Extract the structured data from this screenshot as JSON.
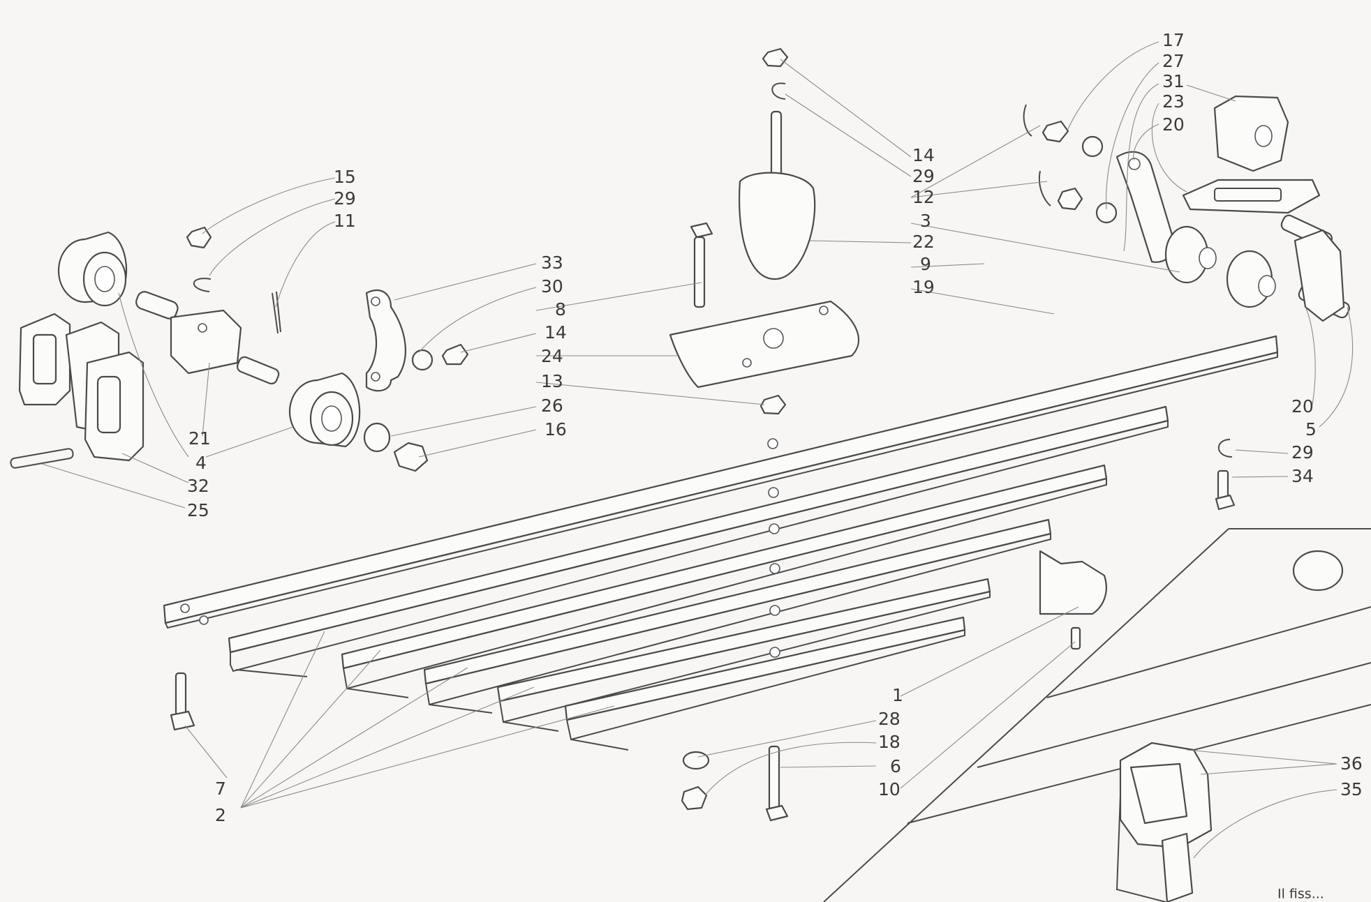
{
  "diagram": {
    "colors": {
      "line": "#4a4a4a",
      "leader": "#8a8a8a",
      "background": "#f7f6f4"
    },
    "labels": [
      "17",
      "27",
      "31",
      "23",
      "20",
      "14",
      "29",
      "12",
      "3",
      "22",
      "9",
      "19",
      "15",
      "29",
      "11",
      "33",
      "30",
      "8",
      "14",
      "24",
      "13",
      "26",
      "16",
      "21",
      "4",
      "32",
      "25",
      "20",
      "5",
      "29",
      "34",
      "1",
      "28",
      "18",
      "6",
      "10",
      "7",
      "2",
      "36",
      "35"
    ],
    "footer_text": "Il fiss..."
  }
}
